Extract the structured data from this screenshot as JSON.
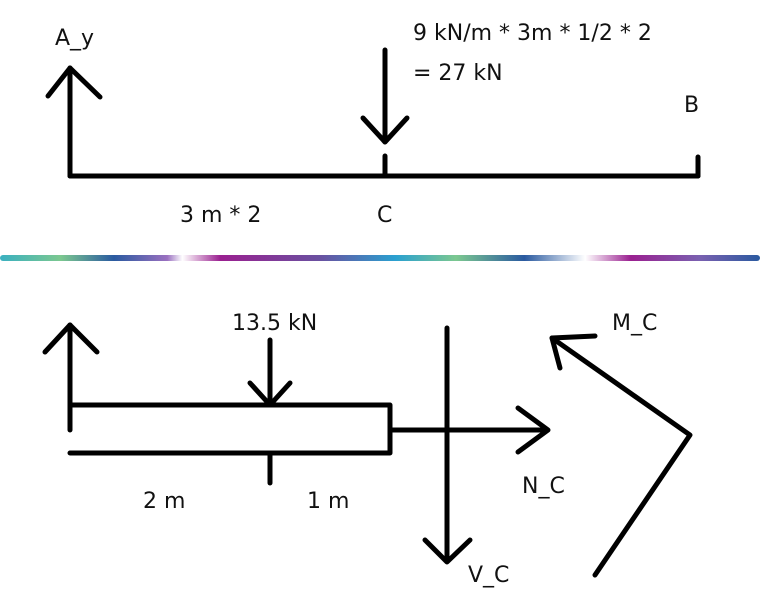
{
  "top": {
    "reaction_a": "A_y",
    "load_line1": "9 kN/m * 3m * 1/2 * 2",
    "load_line2": "= 27 kN",
    "support_b": "B",
    "span_label": "3 m * 2",
    "point_c": "C"
  },
  "divider": {
    "colors": [
      "#3ab0c0",
      "#7cc890",
      "#2a5aa0",
      "#9a70c0",
      "#ffffff",
      "#9a2090",
      "#6a50a0",
      "#2aa0d0"
    ]
  },
  "bottom": {
    "load": "13.5 kN",
    "span_left": "2 m",
    "span_right": "1 m",
    "normal": "N_C",
    "shear": "V_C",
    "moment": "M_C"
  }
}
